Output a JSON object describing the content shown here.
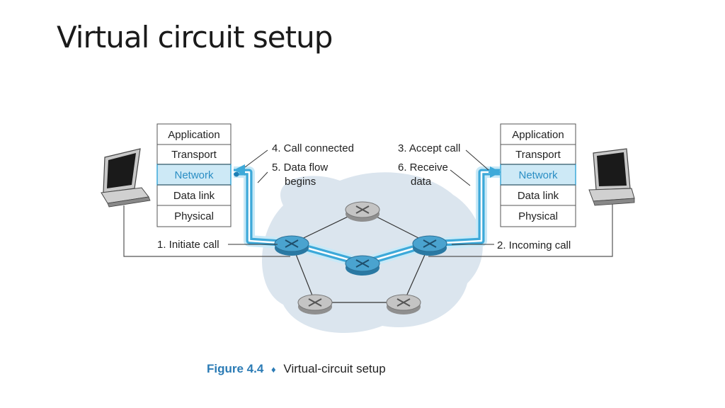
{
  "slide": {
    "title": "Virtual circuit setup"
  },
  "left_stack": [
    "Application",
    "Transport",
    "Network",
    "Data link",
    "Physical"
  ],
  "right_stack": [
    "Application",
    "Transport",
    "Network",
    "Data link",
    "Physical"
  ],
  "highlight_layer": "Network",
  "labels": {
    "call_connected": "4. Call connected",
    "data_flow_1": "5. Data flow",
    "data_flow_2": "begins",
    "accept_call": "3. Accept call",
    "receive_1": "6. Receive",
    "receive_2": "data",
    "initiate_call": "1. Initiate call",
    "incoming_call": "2. Incoming call"
  },
  "caption": {
    "figure": "Figure 4.4",
    "separator": "♦",
    "text": "Virtual-circuit setup"
  },
  "colors": {
    "highlight": "#3da9d9",
    "highlight_light": "#c9e9f7",
    "cloud": "#dbe5ee",
    "router": "#b8b8b8",
    "router_active": "#4aa3cf",
    "caption_blue": "#2b7bb5"
  }
}
